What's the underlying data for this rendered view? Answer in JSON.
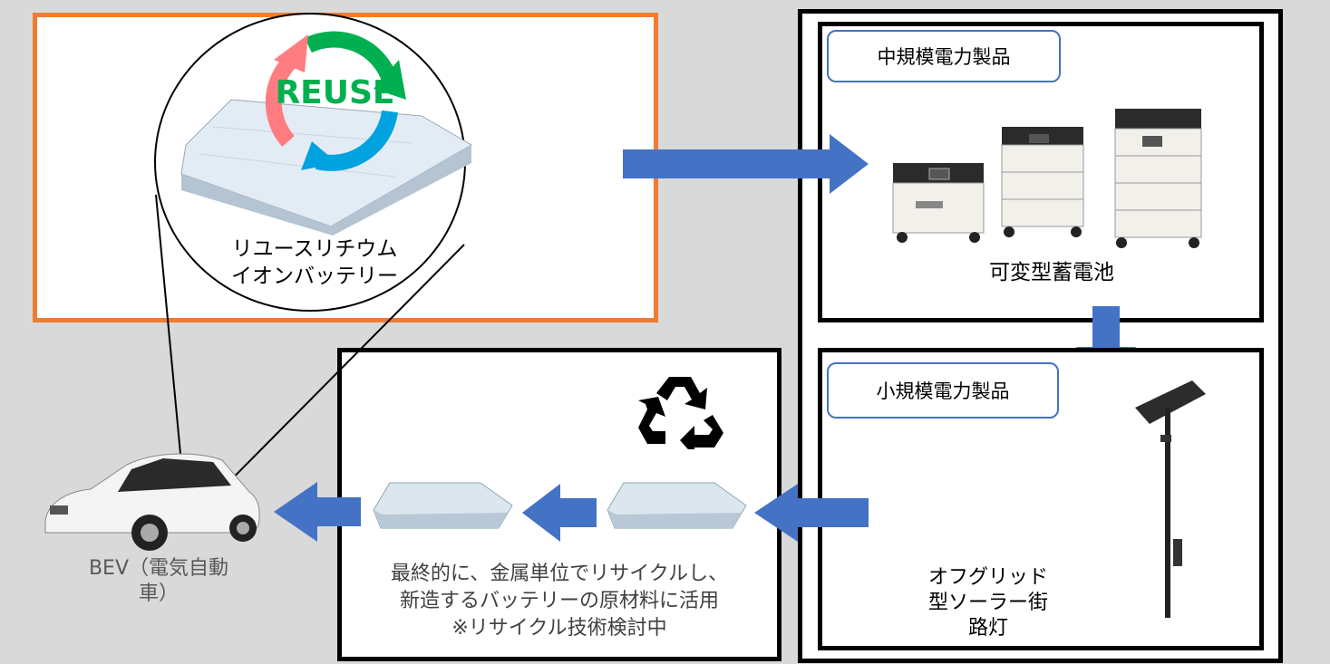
{
  "reuse_section": {
    "badge": "REUSE",
    "battery_label_line1": "リユースリチウム",
    "battery_label_line2": "イオンバッテリー"
  },
  "medium_products": {
    "tag": "中規模電力製品",
    "caption": "可変型蓄電池"
  },
  "small_products": {
    "tag": "小規模電力製品",
    "caption_line1": "オフグリッド",
    "caption_line2": "型ソーラー街",
    "caption_line3": "路灯"
  },
  "recycle_section": {
    "line1": "最終的に、金属単位でリサイクルし、",
    "line2": "新造するバッテリーの原材料に活用",
    "line3": "※リサイクル技術検討中"
  },
  "vehicle": {
    "label_line1": "BEV（電気自動",
    "label_line2": "車）"
  },
  "colors": {
    "arrow": "#4472c4",
    "orange_border": "#ed7d31",
    "reuse_green": "#00b050",
    "cycle_pink": "#ff7c80",
    "cycle_blue": "#00a3e0"
  }
}
